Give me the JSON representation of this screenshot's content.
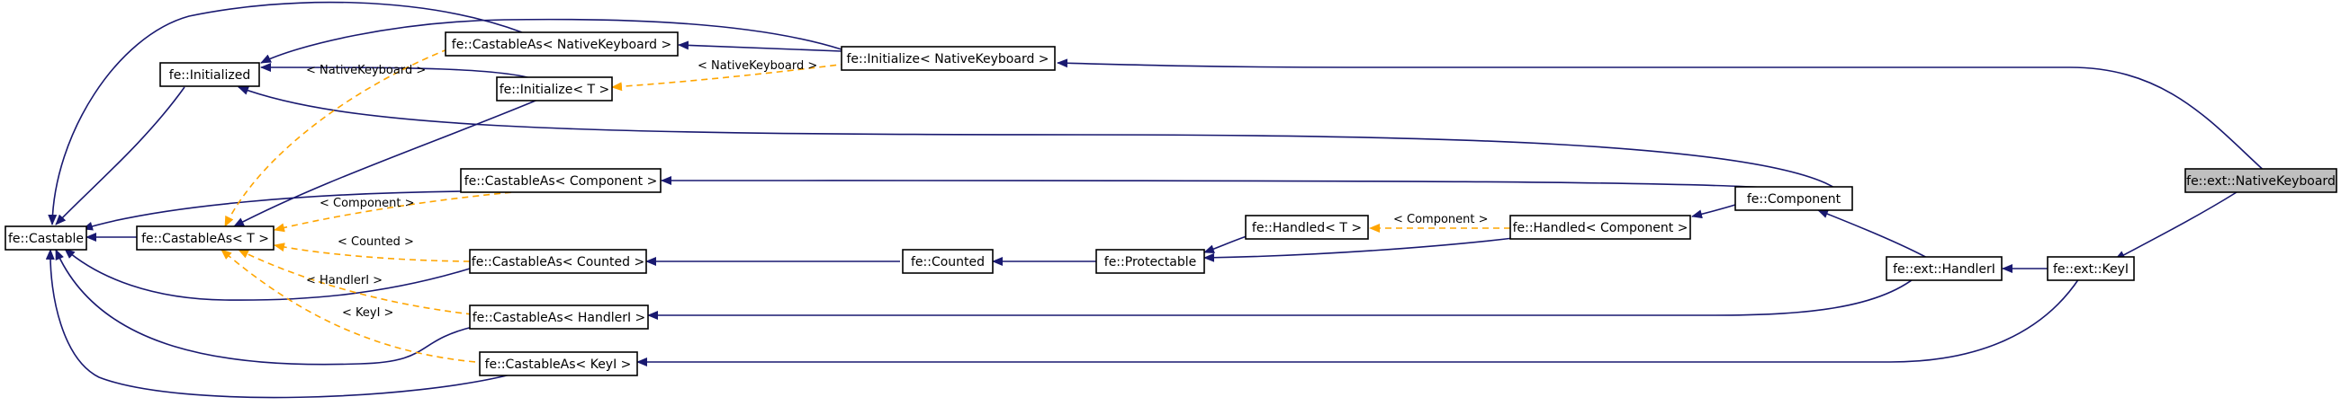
{
  "diagram": {
    "nodes": {
      "castable": "fe::Castable",
      "initialized": "fe::Initialized",
      "castableas_t": "fe::CastableAs< T >",
      "castableas_nativekeyboard": "fe::CastableAs< NativeKeyboard >",
      "initialize_t": "fe::Initialize< T >",
      "initialize_nativekeyboard": "fe::Initialize< NativeKeyboard >",
      "castableas_component": "fe::CastableAs< Component >",
      "castableas_counted": "fe::CastableAs< Counted >",
      "castableas_handleri": "fe::CastableAs< HandlerI >",
      "castableas_keyi": "fe::CastableAs< KeyI >",
      "counted": "fe::Counted",
      "protectable": "fe::Protectable",
      "handled_t": "fe::Handled< T >",
      "handled_component": "fe::Handled< Component >",
      "component": "fe::Component",
      "handleri": "fe::ext::HandlerI",
      "keyi": "fe::ext::KeyI",
      "nativekeyboard": "fe::ext::NativeKeyboard"
    },
    "edge_labels": {
      "nativekeyboard_castable": "< NativeKeyboard >",
      "nativekeyboard_initialize": "< NativeKeyboard >",
      "component_castable": "< Component >",
      "counted_castable": "< Counted >",
      "handleri_castable": "< HandlerI >",
      "keyi_castable": "< KeyI >",
      "component_handled": "< Component >"
    },
    "colors": {
      "inheritance_edge": "#191970",
      "template_edge": "#ffa500",
      "highlight_node": "#bfbfbf"
    }
  }
}
